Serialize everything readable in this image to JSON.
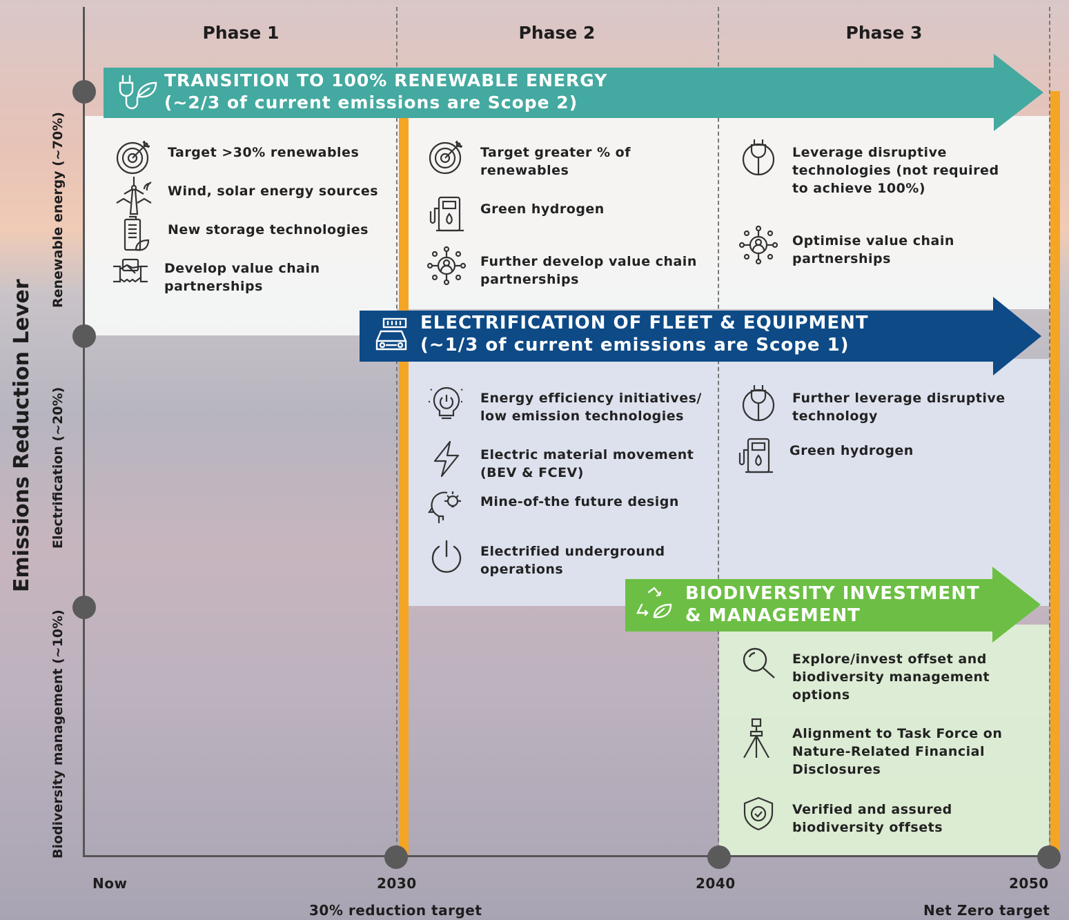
{
  "phases": [
    "Phase 1",
    "Phase 2",
    "Phase 3"
  ],
  "y_axis": {
    "title": "Emissions Reduction Lever",
    "levers": [
      "Renewable energy (~70%)",
      "Electrification (~20%)",
      "Biodiversity management (~10%)"
    ]
  },
  "x_axis": {
    "ticks": [
      "Now",
      "2030",
      "2040",
      "2050"
    ],
    "notes": [
      "30% reduction target",
      "Net Zero target"
    ]
  },
  "banners": [
    {
      "line1": "TRANSITION TO 100% RENEWABLE ENERGY",
      "line2": "(~2/3 of current emissions are Scope 2)",
      "color": "#44a9a0",
      "icon": "plug-leaf-icon"
    },
    {
      "line1": "ELECTRIFICATION OF FLEET & EQUIPMENT",
      "line2": "(~1/3 of current emissions are Scope 1)",
      "color": "#0d4a86",
      "icon": "vehicle-icon"
    },
    {
      "line1": "BIODIVERSITY INVESTMENT",
      "line2": "& MANAGEMENT",
      "color": "#6cbf44",
      "icon": "recycle-leaf-icon"
    }
  ],
  "renewable": {
    "phase1": [
      {
        "text": "Target >30% renewables",
        "icon": "target-icon"
      },
      {
        "text": "Wind, solar energy sources",
        "icon": "wind-turbine-icon"
      },
      {
        "text": "New storage technologies",
        "icon": "battery-icon"
      },
      {
        "text": "Develop value chain partnerships",
        "icon": "handshake-icon"
      }
    ],
    "phase2": [
      {
        "text": "Target greater % of renewables",
        "icon": "target-icon"
      },
      {
        "text": "Green hydrogen",
        "icon": "hydrogen-pump-icon"
      },
      {
        "text": "Further develop value chain partnerships",
        "icon": "network-person-icon"
      }
    ],
    "phase3": [
      {
        "text": "Leverage disruptive technologies (not required to achieve 100%)",
        "icon": "plug-circle-icon"
      },
      {
        "text": "Optimise value chain partnerships",
        "icon": "network-person-icon"
      }
    ]
  },
  "electrification": {
    "phase2": [
      {
        "text": "Energy efficiency initiatives/ low emission technologies",
        "icon": "bulb-power-icon"
      },
      {
        "text": "Electric material movement (BEV & FCEV)",
        "icon": "lightning-icon"
      },
      {
        "text": "Mine-of-the future design",
        "icon": "head-idea-icon"
      },
      {
        "text": "Electrified underground operations",
        "icon": "power-icon"
      }
    ],
    "phase3": [
      {
        "text": "Further leverage disruptive technology",
        "icon": "plug-circle-icon"
      },
      {
        "text": "Green hydrogen",
        "icon": "hydrogen-pump-icon"
      }
    ]
  },
  "biodiversity": {
    "phase3": [
      {
        "text": "Explore/invest offset and biodiversity management options",
        "icon": "magnifier-icon"
      },
      {
        "text": "Alignment to Task Force on Nature-Related Financial Disclosures",
        "icon": "survey-tripod-icon"
      },
      {
        "text": "Verified and assured biodiversity offsets",
        "icon": "shield-check-icon"
      }
    ]
  }
}
